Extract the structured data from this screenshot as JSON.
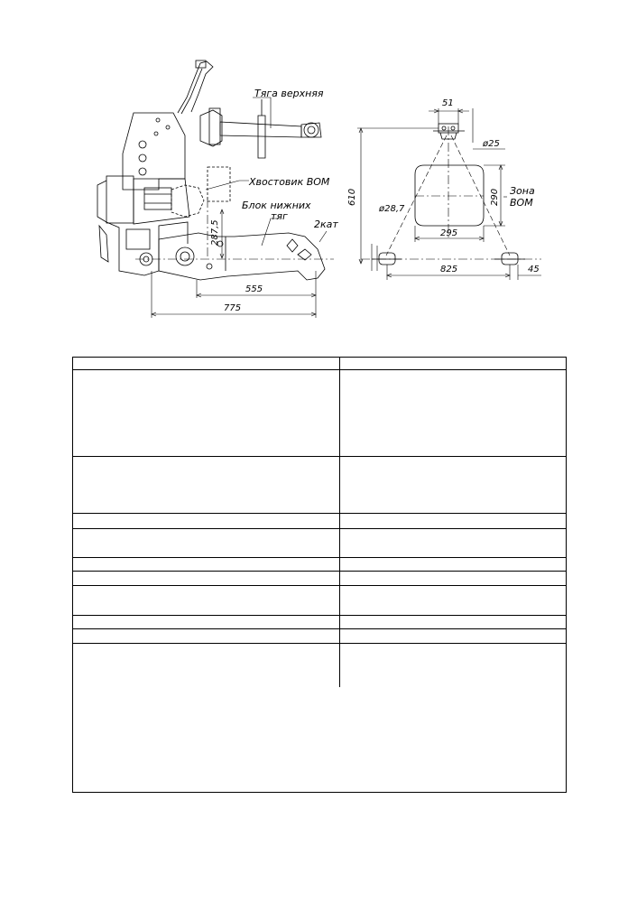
{
  "drawing": {
    "side_view": {
      "labels": {
        "top_link": "Тяга верхняя",
        "pto_shaft": "Хвостовик ВОМ",
        "lower_links_line1": "Блок нижних",
        "lower_links_line2": "тяг",
        "category": "2кат"
      },
      "dimensions": {
        "height": "287,5",
        "length_short": "555",
        "length_long": "775"
      }
    },
    "front_view": {
      "labels": {
        "pto_zone_line1": "Зона",
        "pto_zone_line2": "ВОМ"
      },
      "dimensions": {
        "top_width": "51",
        "top_pin_dia": "ø25",
        "height": "610",
        "lower_pin_dia": "ø28,7",
        "zone_height": "290",
        "zone_width": "295",
        "lower_span": "825",
        "lower_offset": "45"
      }
    }
  },
  "table": {
    "rows": 11,
    "cells": []
  }
}
